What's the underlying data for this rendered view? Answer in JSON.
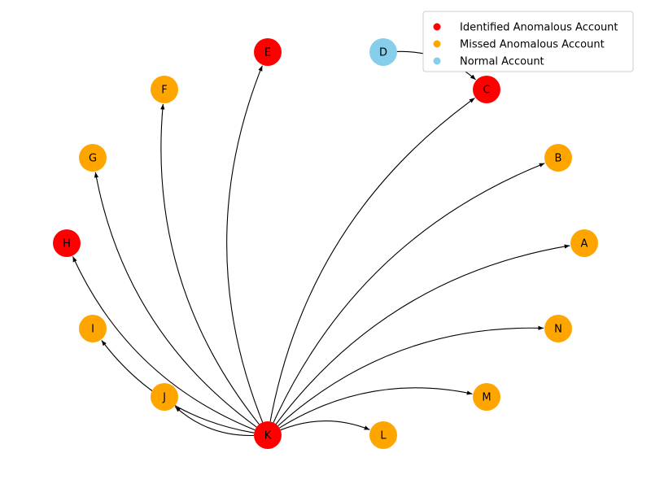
{
  "legend": [
    {
      "key": "identified",
      "label": "Identified Anomalous Account",
      "color": "#ff0000"
    },
    {
      "key": "missed",
      "label": "Missed Anomalous Account",
      "color": "#ffa500"
    },
    {
      "key": "normal",
      "label": "Normal Account",
      "color": "#87ceeb"
    }
  ],
  "nodes": [
    {
      "id": "A",
      "type": "missed"
    },
    {
      "id": "B",
      "type": "missed"
    },
    {
      "id": "C",
      "type": "identified"
    },
    {
      "id": "D",
      "type": "normal"
    },
    {
      "id": "E",
      "type": "identified"
    },
    {
      "id": "F",
      "type": "missed"
    },
    {
      "id": "G",
      "type": "missed"
    },
    {
      "id": "H",
      "type": "identified"
    },
    {
      "id": "I",
      "type": "missed"
    },
    {
      "id": "J",
      "type": "missed"
    },
    {
      "id": "K",
      "type": "identified"
    },
    {
      "id": "L",
      "type": "missed"
    },
    {
      "id": "M",
      "type": "missed"
    },
    {
      "id": "N",
      "type": "missed"
    }
  ],
  "edges": [
    {
      "from": "K",
      "to": "E"
    },
    {
      "from": "K",
      "to": "F"
    },
    {
      "from": "K",
      "to": "G"
    },
    {
      "from": "K",
      "to": "H"
    },
    {
      "from": "K",
      "to": "I"
    },
    {
      "from": "K",
      "to": "J"
    },
    {
      "from": "K",
      "to": "C"
    },
    {
      "from": "K",
      "to": "B"
    },
    {
      "from": "K",
      "to": "A"
    },
    {
      "from": "K",
      "to": "N"
    },
    {
      "from": "K",
      "to": "M"
    },
    {
      "from": "K",
      "to": "L"
    },
    {
      "from": "D",
      "to": "C"
    }
  ]
}
